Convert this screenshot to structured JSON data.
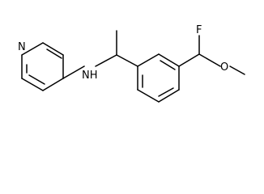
{
  "molecule": {
    "atom_labels": {
      "pyridine_n": "N",
      "amine_nh": "NH",
      "fluorine": "F",
      "oxygen": "O"
    },
    "colors": {
      "bond": "#000000",
      "label": "#000000",
      "background": "#ffffff"
    }
  }
}
